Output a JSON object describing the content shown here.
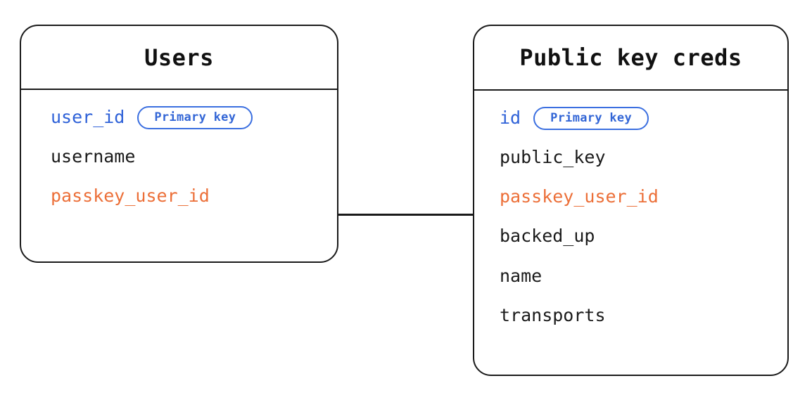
{
  "diagram": {
    "type": "entity-relationship-diagram",
    "background_color": "#ffffff",
    "colors": {
      "primary_key": "#2f62d8",
      "foreign_key": "#ec6f38",
      "text": "#1a1a1a",
      "badge_border": "#3b6fe0",
      "badge_text": "#3366d6",
      "border": "#1a1a1a"
    }
  },
  "entities": [
    {
      "id": "users",
      "title": "Users",
      "fields": [
        {
          "name": "user_id",
          "role": "pk",
          "badge": "Primary key"
        },
        {
          "name": "username",
          "role": "normal",
          "badge": null
        },
        {
          "name": "passkey_user_id",
          "role": "fk",
          "badge": null
        }
      ]
    },
    {
      "id": "public-key-creds",
      "title": "Public key creds",
      "fields": [
        {
          "name": "id",
          "role": "pk",
          "badge": "Primary key"
        },
        {
          "name": "public_key",
          "role": "normal",
          "badge": null
        },
        {
          "name": "passkey_user_id",
          "role": "fk",
          "badge": null
        },
        {
          "name": "backed_up",
          "role": "normal",
          "badge": null
        },
        {
          "name": "name",
          "role": "normal",
          "badge": null
        },
        {
          "name": "transports",
          "role": "normal",
          "badge": null
        }
      ]
    }
  ],
  "relationships": [
    {
      "from": "users.passkey_user_id",
      "to": "public-key-creds.passkey_user_id",
      "style": "solid-line"
    }
  ]
}
